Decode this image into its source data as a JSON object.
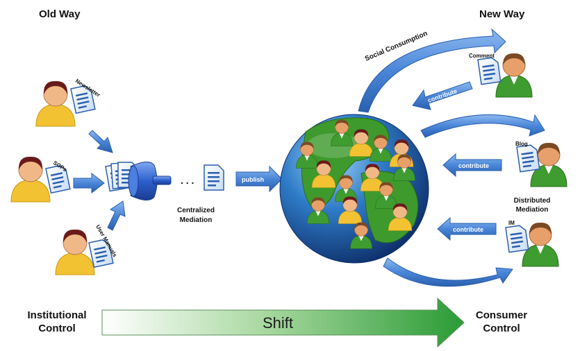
{
  "headings": {
    "old_way": "Old Way",
    "new_way": "New Way"
  },
  "old_sources": [
    {
      "doc_label": "Newsletter"
    },
    {
      "doc_label": "SOPs"
    },
    {
      "doc_label": "User Manuals"
    }
  ],
  "dots": ". . .",
  "centralized": {
    "line1": "Centralized",
    "line2": "Mediation"
  },
  "publish_label": "publish",
  "social_consumption": "Social Consumption",
  "new_contributors": [
    {
      "doc_label": "Comment",
      "arrow_label": "contribute"
    },
    {
      "doc_label": "Blog",
      "arrow_label": "contribute"
    },
    {
      "doc_label": "IM",
      "arrow_label": "contribute"
    }
  ],
  "distributed": {
    "line1": "Distributed",
    "line2": "Mediation"
  },
  "shift": {
    "left_line1": "Institutional",
    "left_line2": "Control",
    "center": "Shift",
    "right_line1": "Consumer",
    "right_line2": "Control"
  },
  "colors": {
    "arrow_blue": "#3f7fd8",
    "globe_green": "#3f8f2a",
    "globe_blue": "#1f5fa8",
    "person_yellow": "#f1c232",
    "person_green": "#3e9b2f",
    "shift_green": "#2e9e3a"
  }
}
